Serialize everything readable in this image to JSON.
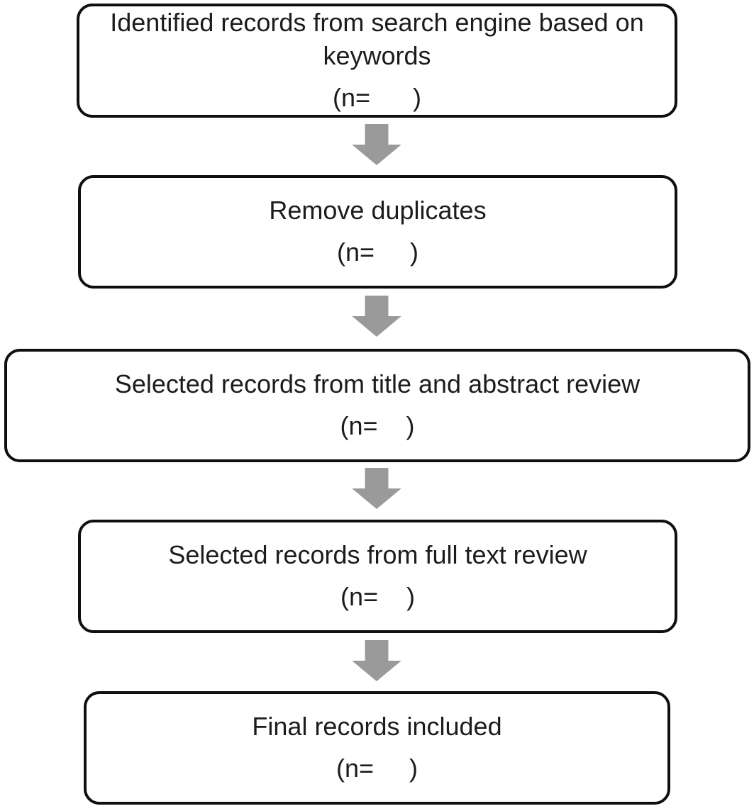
{
  "diagram": {
    "type": "flowchart",
    "direction": "top-down",
    "colors": {
      "box_border": "#0f0f0f",
      "box_fill": "#ffffff",
      "arrow": "#9a9a9a",
      "text": "#1c1c1c"
    },
    "steps": [
      {
        "label": "Identified records from search engine based on keywords",
        "count": "(n=      )"
      },
      {
        "label": "Remove duplicates",
        "count": "(n=     )"
      },
      {
        "label": "Selected records from title and abstract review",
        "count": "(n=    )"
      },
      {
        "label": "Selected records from full text review",
        "count": "(n=    )"
      },
      {
        "label": "Final records included",
        "count": "(n=     )"
      }
    ],
    "connector": "down-block-arrow"
  }
}
